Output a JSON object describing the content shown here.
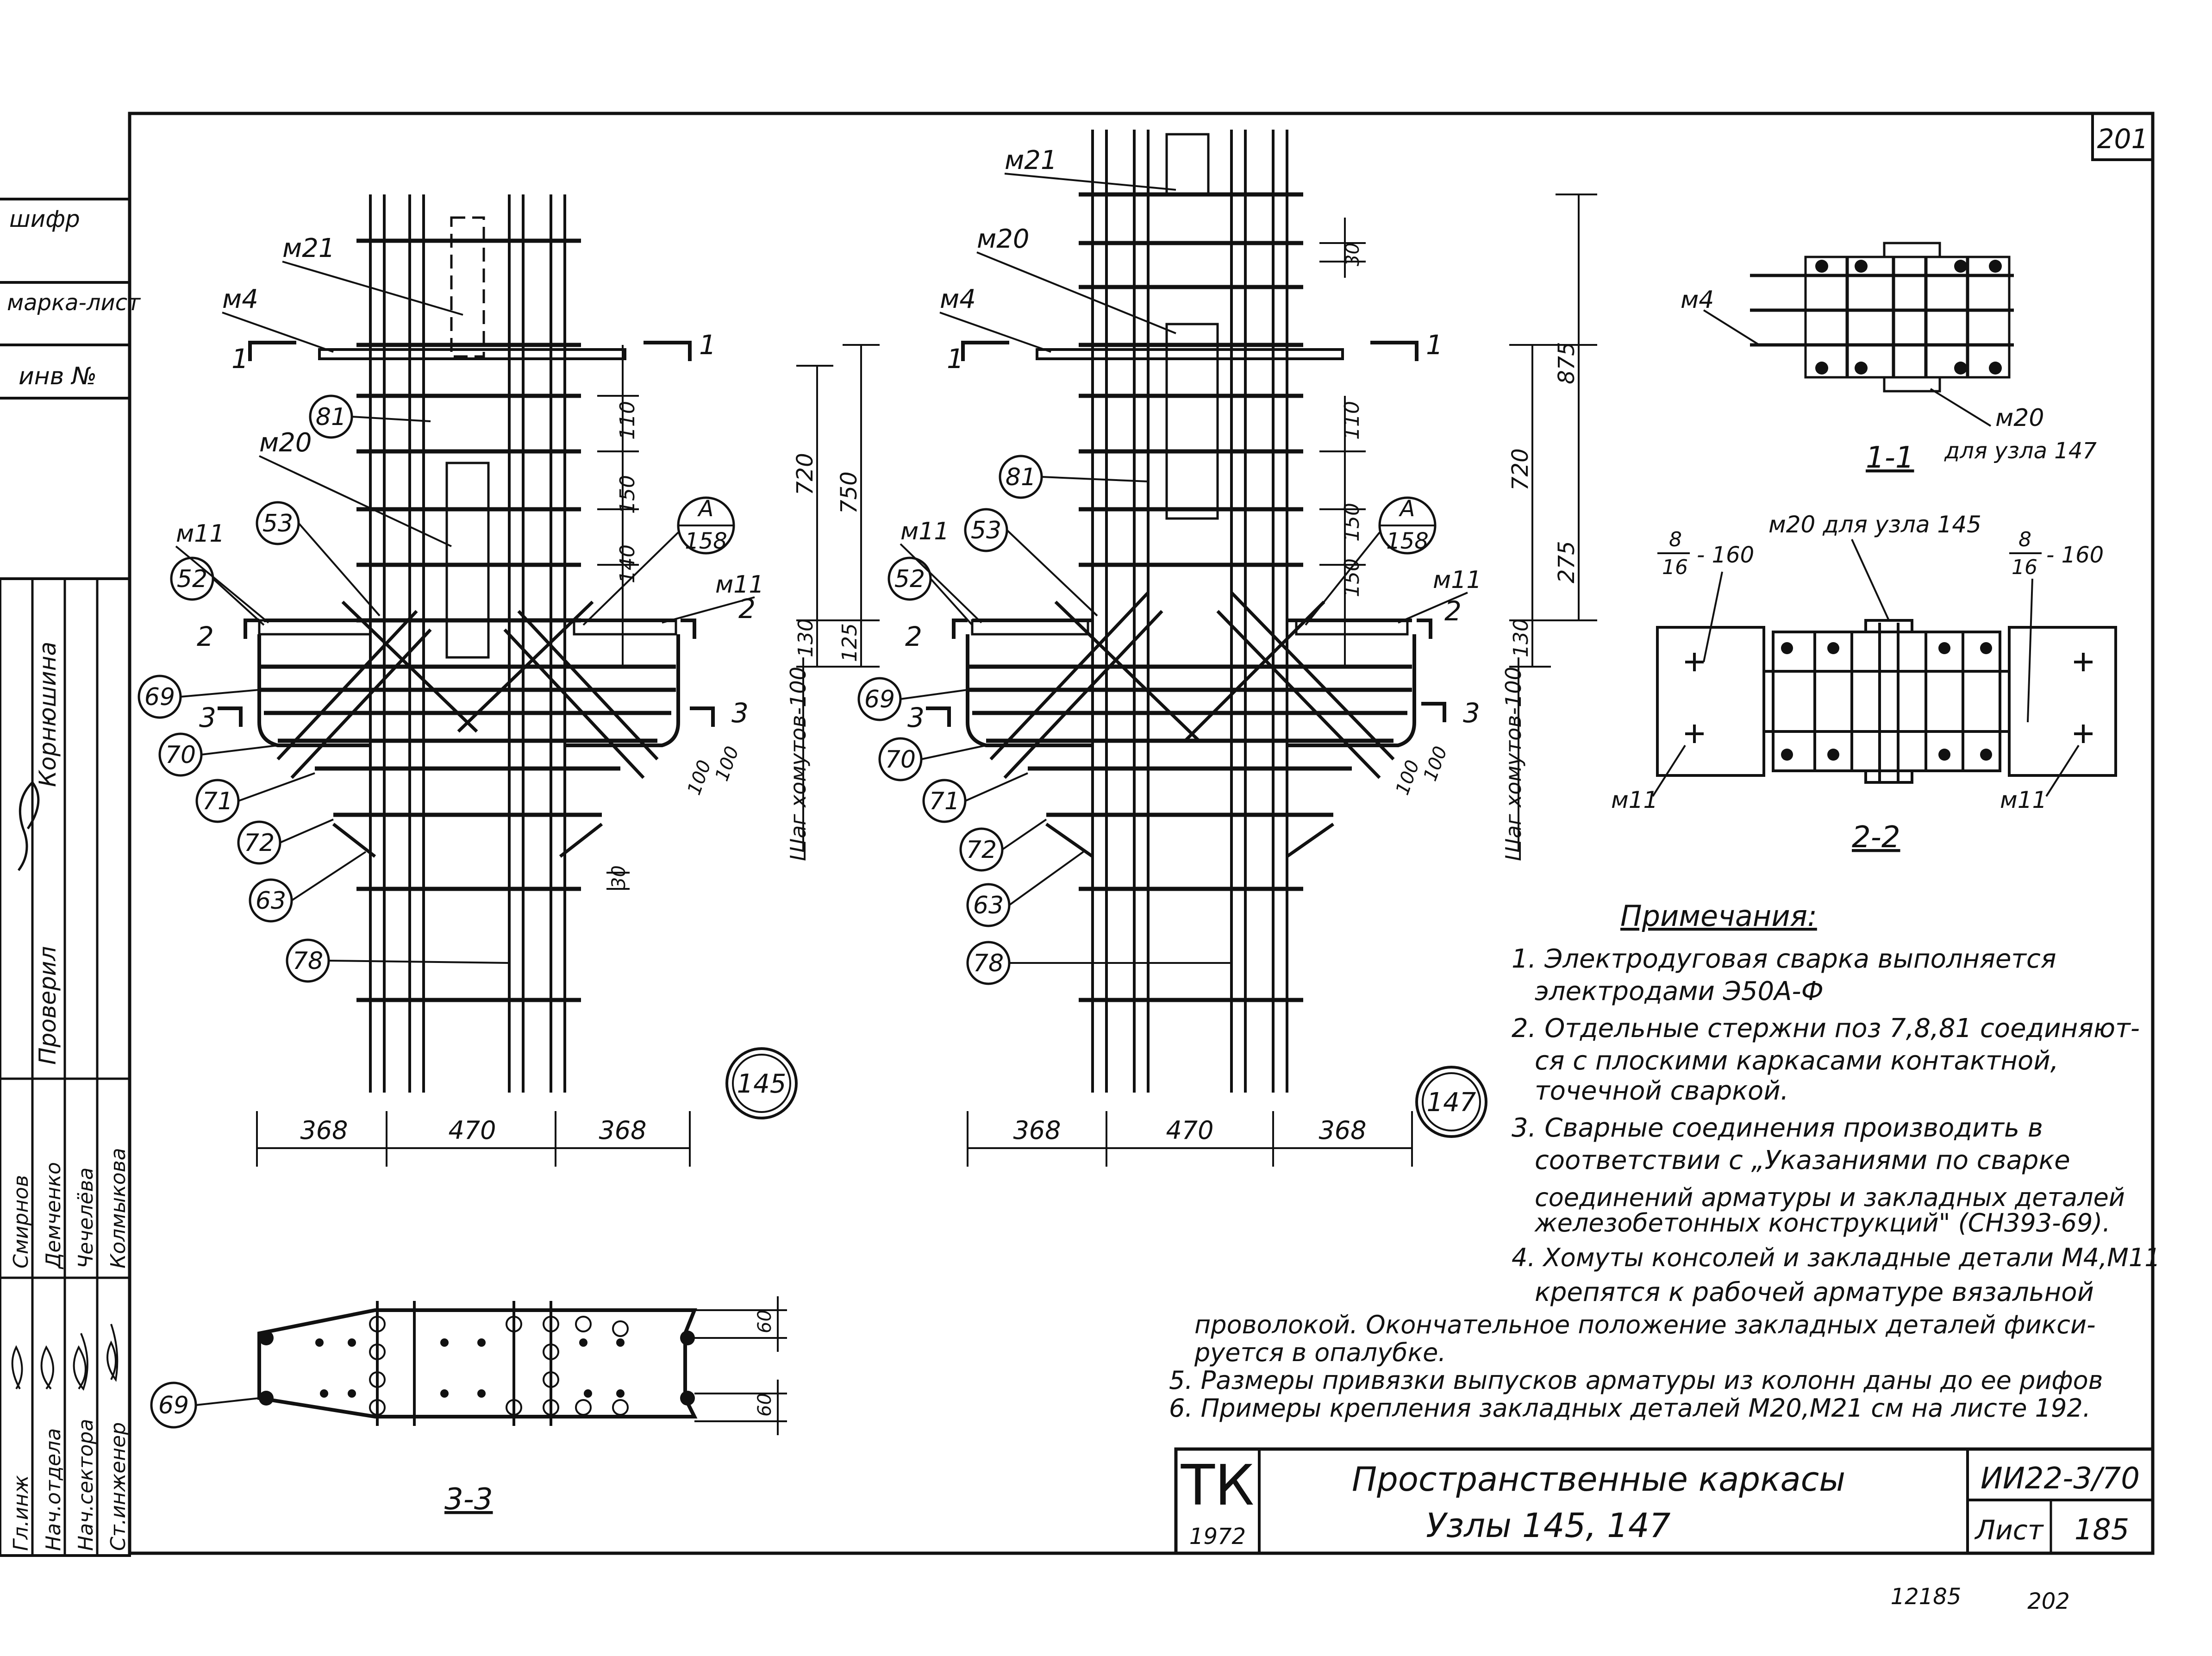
{
  "sheet": {
    "number_top": "201",
    "title_line1": "Пространственные каркасы",
    "title_line2": "Узлы 145, 147",
    "series_code": "ИИ22-3/70",
    "sheet_label": "Лист",
    "sheet_number": "185",
    "tk_logo": "ТК",
    "tk_year": "1972",
    "footer_left": "12185",
    "footer_right": "202"
  },
  "stamp": {
    "field_shifr": "шифр",
    "field_marka_list": "марка-лист",
    "field_inv": "инв №",
    "checked_label": "Проверил",
    "checked_name": "Корнюшина",
    "roles": [
      "Ст.инженер",
      "Нач.сектора",
      "Нач.отдела",
      "Гл.инж"
    ],
    "names": [
      "Колмыкова",
      "Чечелёва",
      "Демченко",
      "Смирнов"
    ]
  },
  "node145": {
    "number": "145",
    "labels": {
      "m21": "м21",
      "m4": "м4",
      "m20": "м20",
      "m11_left": "м11",
      "m11_right": "м11",
      "cut1": "1",
      "cut2": "2",
      "cut3": "3"
    },
    "callouts": [
      "81",
      "53",
      "52",
      "69",
      "70",
      "71",
      "72",
      "63",
      "78"
    ],
    "callout_A": "А",
    "callout_A_sheet": "158",
    "dims_bottom": [
      "368",
      "470",
      "368"
    ],
    "dims_right": [
      "110",
      "150",
      "140",
      "130",
      "125",
      "720",
      "750",
      "100",
      "100",
      "30"
    ],
    "stirrup_note": "Шаг хомутов-100"
  },
  "node147": {
    "number": "147",
    "labels": {
      "m21": "м21",
      "m20": "м20",
      "m4": "м4",
      "m11_left": "м11",
      "m11_right": "м11",
      "cut1": "1",
      "cut2": "2",
      "cut3": "3"
    },
    "callouts": [
      "81",
      "53",
      "52",
      "69",
      "70",
      "71",
      "72",
      "63",
      "78"
    ],
    "callout_A": "А",
    "callout_A_sheet": "158",
    "dims_bottom": [
      "368",
      "470",
      "368"
    ],
    "dims_right": [
      "30",
      "875",
      "110",
      "150",
      "150",
      "130",
      "720",
      "275",
      "100",
      "100"
    ],
    "stirrup_note": "Шаг хомутов-100"
  },
  "section11": {
    "title": "1-1",
    "label_m4": "м4",
    "label_m20": "м20",
    "note": "для узла 147"
  },
  "section22": {
    "title": "2-2",
    "label_m20": "м20 для узла 145",
    "left_spec_top": "8",
    "left_spec_bottom": "16",
    "left_spec_step": "- 160",
    "right_spec_top": "8",
    "right_spec_bottom": "16",
    "right_spec_step": "- 160",
    "label_m11_left": "м11",
    "label_m11_right": "м11"
  },
  "section33": {
    "title": "3-3",
    "callout": "69",
    "dim_top": "60",
    "dim_bottom": "60"
  },
  "notes": {
    "heading": "Примечания:",
    "lines": [
      "1. Электродуговая сварка выполняется",
      "электродами Э50А-Ф",
      "2. Отдельные стержни поз 7,8,81 соединяют-",
      "ся с плоскими каркасами контактной,",
      "точечной сваркой.",
      "3. Сварные соединения производить в",
      "соответствии с „Указаниями по сварке",
      "соединений арматуры и закладных деталей",
      "железобетонных конструкций\" (СН393-69).",
      "4. Хомуты консолей и закладные детали М4,М11",
      "крепятся к рабочей арматуре вязальной",
      "проволокой. Окончательное положение закладных деталей фикси-",
      "руется в опалубке.",
      "5. Размеры привязки выпусков арматуры из колонн даны до ее рифов",
      "6. Примеры крепления закладных деталей М20,М21 см на листе 192."
    ]
  }
}
